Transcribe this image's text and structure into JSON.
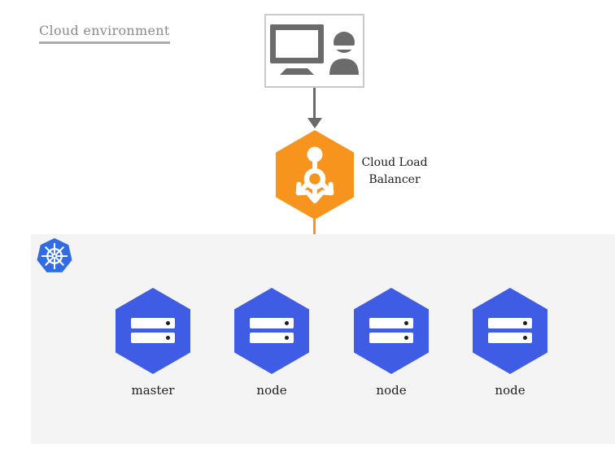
{
  "title": "Cloud environment",
  "client": {
    "icons": [
      "monitor-icon",
      "user-icon"
    ]
  },
  "load_balancer": {
    "label_line1": "Cloud Load",
    "label_line2": "Balancer",
    "icon": "load-balancer-icon",
    "color": "#f7941d"
  },
  "cluster": {
    "logo_icon": "kubernetes-icon",
    "logo_color": "#326ce5",
    "panel_color": "#f4f4f4",
    "node_color": "#3e5ce4",
    "nodes": [
      {
        "label": "master"
      },
      {
        "label": "node"
      },
      {
        "label": "node"
      },
      {
        "label": "node"
      }
    ]
  },
  "colors": {
    "connector_orange": "#f7941d",
    "connector_gray": "#6a6a6a",
    "icon_gray": "#6b6b6b",
    "title_gray": "#8a8a8a"
  }
}
